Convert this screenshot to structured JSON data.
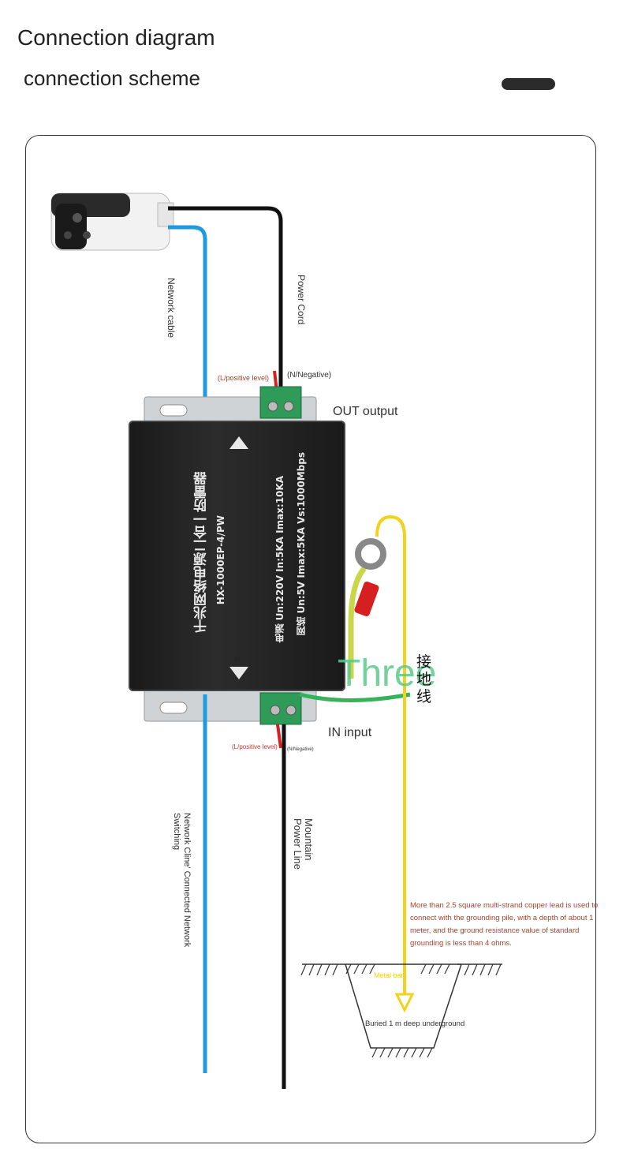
{
  "header": {
    "title": "Connection diagram",
    "subtitle": "connection scheme"
  },
  "wires": {
    "network_cable": "Network cable",
    "power_cord": "Power Cord",
    "out_positive": "(L/positive level)",
    "out_negative": "(N/Negative)",
    "out_output": "OUT output",
    "in_input": "IN input",
    "in_positive": "(L/positive level)",
    "in_negative": "(N/Negative)",
    "network_switching": "Network Cline' Connected Network Switching",
    "power_line": "Mountain Power Line"
  },
  "device": {
    "title_cn": "千兆网络电源二合一防雷器",
    "model": "HX-1000EP-4/PW",
    "power_row": "电源   Un:220V  In:5KA   Imax:10KA",
    "network_row": "网络   Un:5V    Imax:5KA  Vs:1000Mbps",
    "out_tag": "OUT",
    "in_tag": "IN"
  },
  "ground": {
    "overlay_word": "Three",
    "cn_label": "接地线",
    "note": "More than 2.5 square multi-strand copper lead is used to connect with the grounding pile, with a depth of about 1 meter, and the ground resistance value of standard grounding is less than 4 ohms.",
    "metal_bars": "Metal bars",
    "buried": "Buried 1 m deep underground"
  },
  "colors": {
    "network": "#1e9be0",
    "power": "#111111",
    "ground": "#f2d21b",
    "red_label": "#c0392b",
    "terminal": "#2e9b58"
  }
}
